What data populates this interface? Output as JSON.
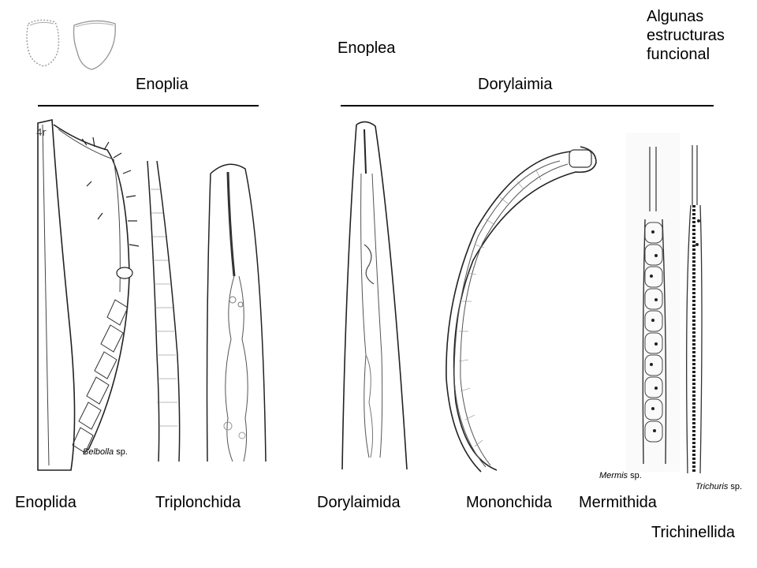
{
  "header": {
    "class_title": "Enoplea",
    "corner_note_lines": [
      "Algunas",
      "estructuras",
      "funcional"
    ]
  },
  "subclasses": {
    "left": "Enoplia",
    "right": "Dorylaimia"
  },
  "orders": [
    "Enoplida",
    "Triplonchida",
    "Dorylaimida",
    "Mononchida",
    "Mermithida",
    "Trichinellida"
  ],
  "species": [
    {
      "genus": "Belbolla",
      "suffix": " sp."
    },
    {
      "genus": "Mermis",
      "suffix": " sp."
    },
    {
      "genus": "Trichuris",
      "suffix": " sp."
    }
  ]
}
